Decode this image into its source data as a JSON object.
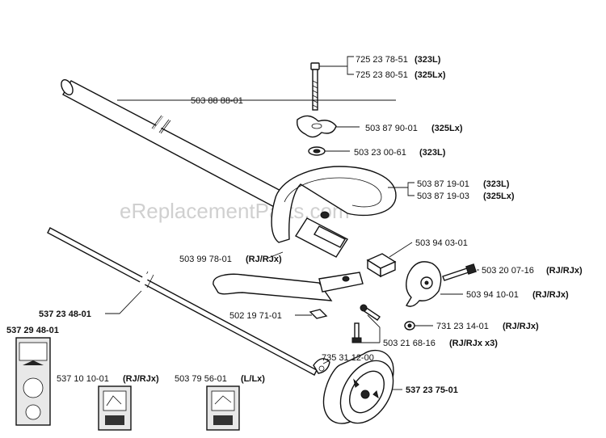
{
  "watermark": "eReplacementParts.com",
  "labels": {
    "bolt_323l": "725 23 78-51",
    "bolt_323l_model": "(323L)",
    "bolt_325lx": "725 23 80-51",
    "bolt_325lx_model": "(325Lx)",
    "knob": "503 87 90-01",
    "knob_model": "(325Lx)",
    "washer": "503 23 00-61",
    "washer_model": "(323L)",
    "shaft_tube": "503 88 88-01",
    "handle_323l": "503 87 19-01",
    "handle_323l_model": "(323L)",
    "handle_325lx": "503 87 19-03",
    "handle_325lx_model": "(325Lx)",
    "clamp_block": "503 94 03-01",
    "screw_top": "503 20 07-16",
    "screw_top_model": "(RJ/RJx)",
    "guard_bracket": "503 94 10-01",
    "guard_bracket_model": "(RJ/RJx)",
    "barrier": "503 99 78-01",
    "barrier_model": "(RJ/RJx)",
    "drive_shaft": "537 23 48-01",
    "plate": "502 19 71-01",
    "nut": "731 23 14-01",
    "nut_model": "(RJ/RJx)",
    "screws": "503 21 68-16",
    "screws_model": "(RJ/RJx x3)",
    "circlip": "735 31 12-00",
    "decal_large": "537 29 48-01",
    "decal_rj": "537 10 10-01",
    "decal_rj_model": "(RJ/RJx)",
    "decal_lx": "503 79 56-01",
    "decal_lx_model": "(L/Lx)",
    "wheel": "537 23 75-01"
  }
}
